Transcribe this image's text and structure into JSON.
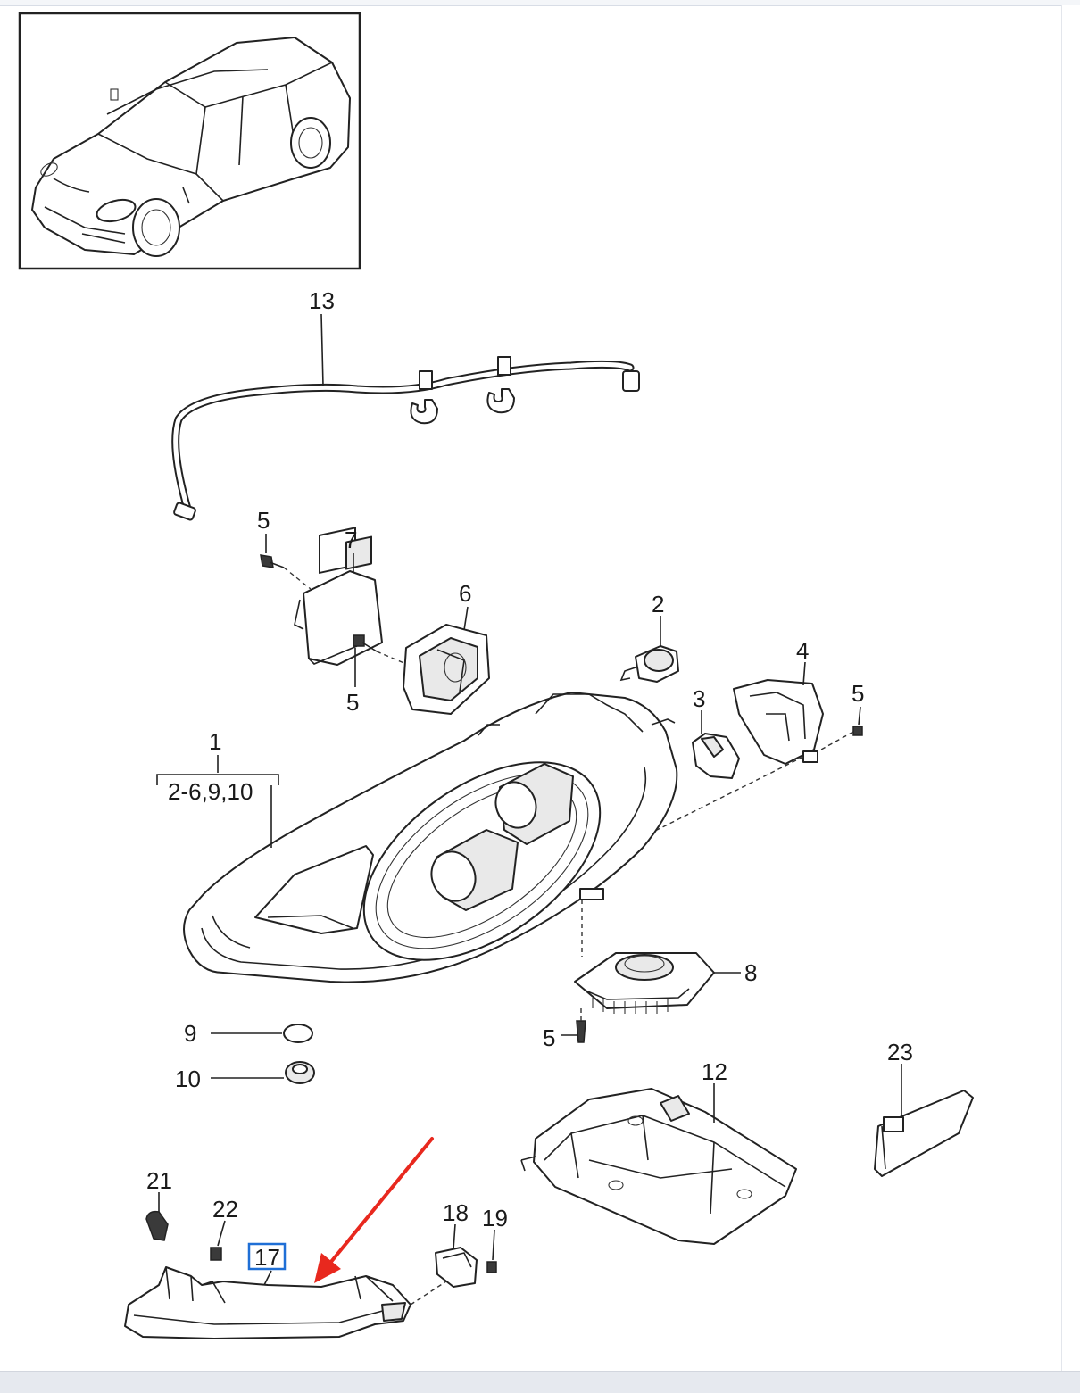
{
  "callouts": {
    "c1": "1",
    "c1_group": "2-6,9,10",
    "c2": "2",
    "c3": "3",
    "c4": "4",
    "c5a": "5",
    "c5b": "5",
    "c5c": "5",
    "c5d": "5",
    "c6": "6",
    "c7": "7",
    "c8": "8",
    "c9": "9",
    "c10": "10",
    "c12": "12",
    "c13": "13",
    "c17": "17",
    "c18": "18",
    "c19": "19",
    "c21": "21",
    "c22": "22",
    "c23": "23"
  },
  "highlight": {
    "box_color": "#1f6fd6",
    "arrow_color": "#e8281e",
    "highlighted_part": "17"
  }
}
